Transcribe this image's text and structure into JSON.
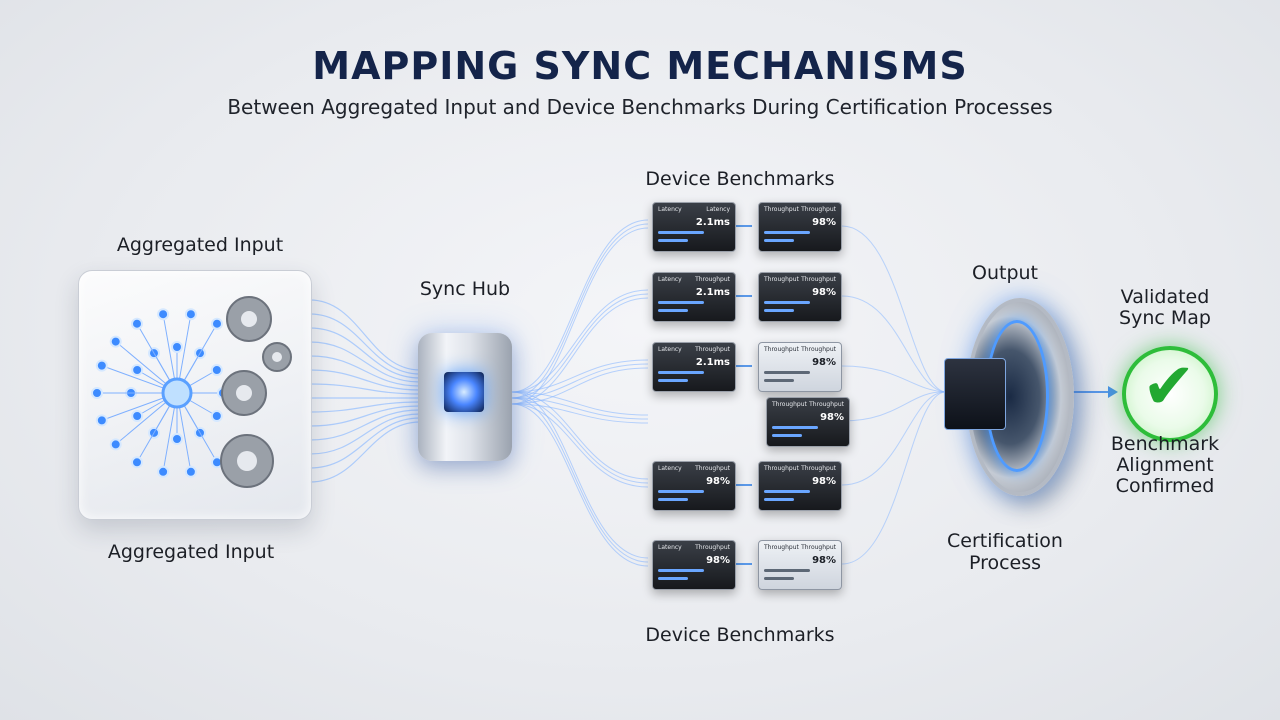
{
  "header": {
    "title": "MAPPING SYNC MECHANISMS",
    "subtitle": "Between Aggregated Input and Device Benchmarks During Certification Processes"
  },
  "labels": {
    "aggregated_input_top": "Aggregated Input",
    "aggregated_input_bottom": "Aggregated Input",
    "sync_hub": "Sync Hub",
    "device_benchmarks_top": "Device Benchmarks",
    "device_benchmarks_bottom": "Device Benchmarks",
    "output": "Output",
    "certification_process": [
      "Certification",
      "Process"
    ],
    "validated_sync_map": [
      "Validated",
      "Sync Map"
    ],
    "benchmark_alignment": [
      "Benchmark",
      "Alignment",
      "Confirmed"
    ]
  },
  "benchmark_cards": [
    {
      "left": {
        "cap": "Latency",
        "cap2": "Latency",
        "val": "2.1ms",
        "theme": "dark"
      },
      "right": {
        "cap": "Throughput",
        "cap2": "Throughput",
        "val": "98%",
        "theme": "dark"
      }
    },
    {
      "left": {
        "cap": "Latency",
        "cap2": "Throughput",
        "val": "2.1ms",
        "theme": "dark"
      },
      "right": {
        "cap": "Throughput",
        "cap2": "Throughput",
        "val": "98%",
        "theme": "dark"
      }
    },
    {
      "left": {
        "cap": "Latency",
        "cap2": "Throughput",
        "val": "2.1ms",
        "theme": "dark"
      },
      "right": {
        "cap": "Throughput",
        "cap2": "Throughput",
        "val": "98%",
        "theme": "light"
      }
    },
    {
      "left": null,
      "right": {
        "cap": "Throughput",
        "cap2": "Throughput",
        "val": "98%",
        "theme": "dark"
      }
    },
    {
      "left": {
        "cap": "Latency",
        "cap2": "Throughput",
        "val": "98%",
        "theme": "dark"
      },
      "right": {
        "cap": "Throughput",
        "cap2": "Throughput",
        "val": "98%",
        "theme": "dark"
      }
    },
    {
      "left": {
        "cap": "Latency",
        "cap2": "Throughput",
        "val": "98%",
        "theme": "dark"
      },
      "right": {
        "cap": "Throughput",
        "cap2": "Throughput",
        "val": "98%",
        "theme": "light"
      }
    }
  ],
  "colors": {
    "title": "#14244a",
    "flow_blue": "#4a8fe8",
    "confirm_green": "#2ebd3a"
  }
}
